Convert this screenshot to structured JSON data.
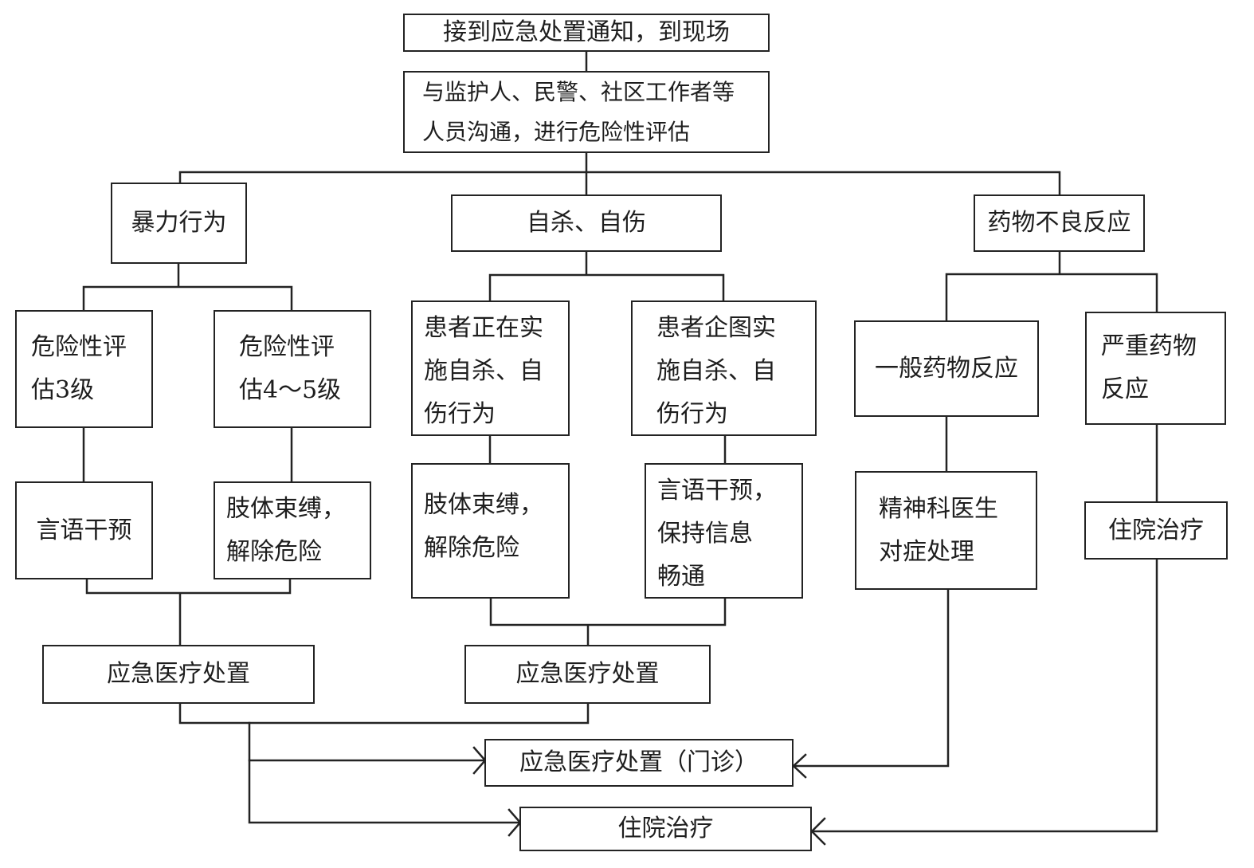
{
  "diagram": {
    "type": "flowchart",
    "nodes": {
      "start": "接到应急处置通知，到现场",
      "assess": "与监护人、民警、社区工作者等\n人员沟通，进行危险性评估",
      "violence": "暴力行为",
      "suicide": "自杀、自伤",
      "drug_reaction": "药物不良反应",
      "risk_level_3": "危险性评\n估3级",
      "risk_level_4_5": "危险性评\n估4～5级",
      "verbal_intervention": "言语干预",
      "restraint_violence": "肢体束缚，\n解除危险",
      "suicide_in_progress": "患者正在实\n施自杀、自\n伤行为",
      "suicide_attempt": "患者企图实\n施自杀、自\n伤行为",
      "restraint_suicide": "肢体束缚，\n解除危险",
      "verbal_keep_info": "言语干预，\n保持信息\n畅通",
      "general_drug_reaction": "一般药物反应",
      "severe_drug_reaction": "严重药物\n反应",
      "psychiatrist_treatment": "精神科医生\n对症处理",
      "hospitalization_right": "住院治疗",
      "emergency_medical_left": "应急医疗处置",
      "emergency_medical_mid": "应急医疗处置",
      "emergency_outpatient": "应急医疗处置（门诊）",
      "hospitalization_final": "住院治疗"
    },
    "edges": [
      [
        "start",
        "assess"
      ],
      [
        "assess",
        "violence"
      ],
      [
        "assess",
        "suicide"
      ],
      [
        "assess",
        "drug_reaction"
      ],
      [
        "violence",
        "risk_level_3"
      ],
      [
        "violence",
        "risk_level_4_5"
      ],
      [
        "risk_level_3",
        "verbal_intervention"
      ],
      [
        "risk_level_4_5",
        "restraint_violence"
      ],
      [
        "verbal_intervention",
        "emergency_medical_left"
      ],
      [
        "restraint_violence",
        "emergency_medical_left"
      ],
      [
        "suicide",
        "suicide_in_progress"
      ],
      [
        "suicide",
        "suicide_attempt"
      ],
      [
        "suicide_in_progress",
        "restraint_suicide"
      ],
      [
        "suicide_attempt",
        "verbal_keep_info"
      ],
      [
        "restraint_suicide",
        "emergency_medical_mid"
      ],
      [
        "verbal_keep_info",
        "emergency_medical_mid"
      ],
      [
        "drug_reaction",
        "general_drug_reaction"
      ],
      [
        "drug_reaction",
        "severe_drug_reaction"
      ],
      [
        "general_drug_reaction",
        "psychiatrist_treatment"
      ],
      [
        "severe_drug_reaction",
        "hospitalization_right"
      ],
      [
        "emergency_medical_left",
        "emergency_outpatient"
      ],
      [
        "emergency_medical_mid",
        "emergency_outpatient"
      ],
      [
        "emergency_medical_left",
        "hospitalization_final"
      ],
      [
        "emergency_medical_mid",
        "hospitalization_final"
      ],
      [
        "psychiatrist_treatment",
        "emergency_outpatient"
      ],
      [
        "hospitalization_right",
        "hospitalization_final"
      ]
    ],
    "colors": {
      "stroke": "#232323",
      "text": "#1e1e1e",
      "background": "#ffffff"
    }
  }
}
